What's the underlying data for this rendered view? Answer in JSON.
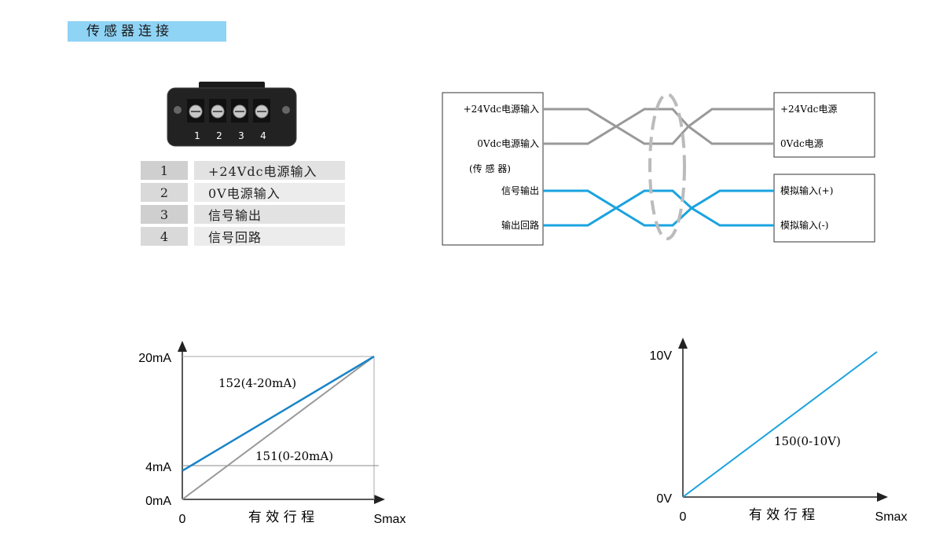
{
  "section": {
    "title": "传感器连接"
  },
  "terminal": {
    "pin_labels": [
      "1",
      "2",
      "3",
      "4"
    ]
  },
  "pin_table": [
    {
      "num": "1",
      "desc": "+24Vdc电源输入"
    },
    {
      "num": "2",
      "desc": "0V电源输入"
    },
    {
      "num": "3",
      "desc": "信号输出"
    },
    {
      "num": "4",
      "desc": "信号回路"
    }
  ],
  "wiring": {
    "sensor": {
      "power_pos": "+24Vdc电源输入",
      "power_neg": "0Vdc电源输入",
      "name": "(传 感 器)",
      "signal_out": "信号输出",
      "signal_return": "输出回路"
    },
    "supply": {
      "pos": "+24Vdc电源",
      "neg": "0Vdc电源"
    },
    "input": {
      "pos": "模拟输入(+)",
      "neg": "模拟输入(-)"
    },
    "colors": {
      "power_wire": "#999999",
      "signal_wire": "#1aa3e0",
      "shield": "#bbbbbb"
    }
  },
  "chart_data": [
    {
      "type": "line",
      "x_ticks": [
        "0",
        "Smax"
      ],
      "y_ticks": [
        "0mA",
        "4mA",
        "20mA"
      ],
      "xlabel": "有 效 行 程",
      "ylabel": "",
      "xlim": [
        0,
        1
      ],
      "ylim": [
        0,
        20
      ],
      "series": [
        {
          "name": "152(4-20mA)",
          "x": [
            0,
            1
          ],
          "y": [
            4,
            20
          ],
          "color": "#1a84c7"
        },
        {
          "name": "151(0-20mA)",
          "x": [
            0,
            1
          ],
          "y": [
            0,
            20
          ],
          "color": "#999999"
        }
      ]
    },
    {
      "type": "line",
      "x_ticks": [
        "0",
        "Smax"
      ],
      "y_ticks": [
        "0V",
        "10V"
      ],
      "xlabel": "有 效 行 程",
      "ylabel": "",
      "xlim": [
        0,
        1
      ],
      "ylim": [
        0,
        10
      ],
      "series": [
        {
          "name": "150(0-10V)",
          "x": [
            0,
            1
          ],
          "y": [
            0,
            10
          ],
          "color": "#1aa3e0"
        }
      ]
    }
  ]
}
